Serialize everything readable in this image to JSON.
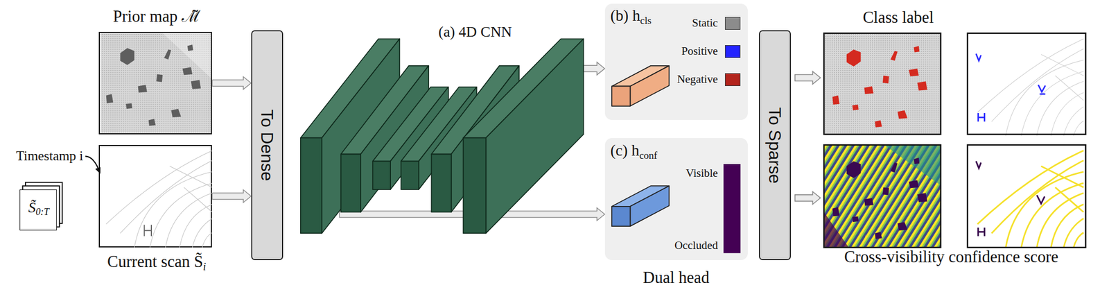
{
  "diagram": {
    "nodes": [
      {
        "text": [
          "Prior map ℳ̃"
        ]
      },
      {
        "text": [
          "Current scan S̃",
          "i"
        ]
      },
      {
        "text": [
          "Timestamp i",
          "S̃",
          "0:T"
        ]
      },
      {
        "text": [
          "To Dense"
        ]
      },
      {
        "text": [
          "(a) 4D CNN"
        ]
      },
      {
        "text": [
          "(b) h",
          "cls"
        ]
      },
      {
        "text": [
          "(c) h",
          "conf",
          "Visible",
          "Occluded",
          "Dual head"
        ]
      },
      {
        "text": [
          "To Sparse"
        ]
      }
    ],
    "edges": [
      {
        "from": 0,
        "to": 3,
        "arrow": "to"
      },
      {
        "from": 1,
        "to": 3,
        "arrow": "to"
      },
      {
        "from": 2,
        "to": 1,
        "arrow": "to"
      },
      {
        "from": 4,
        "to": 5,
        "arrow": "to"
      },
      {
        "from": 4,
        "to": 6,
        "arrow": "to"
      }
    ],
    "labels": [
      "Class label",
      "Cross-visibility confidence score"
    ],
    "legend": [
      {
        "text": "Static",
        "color": "#8c8c8c"
      },
      {
        "text": "Positive",
        "color": "#2424ff"
      },
      {
        "text": "Negative",
        "color": "#b3241c"
      }
    ]
  }
}
